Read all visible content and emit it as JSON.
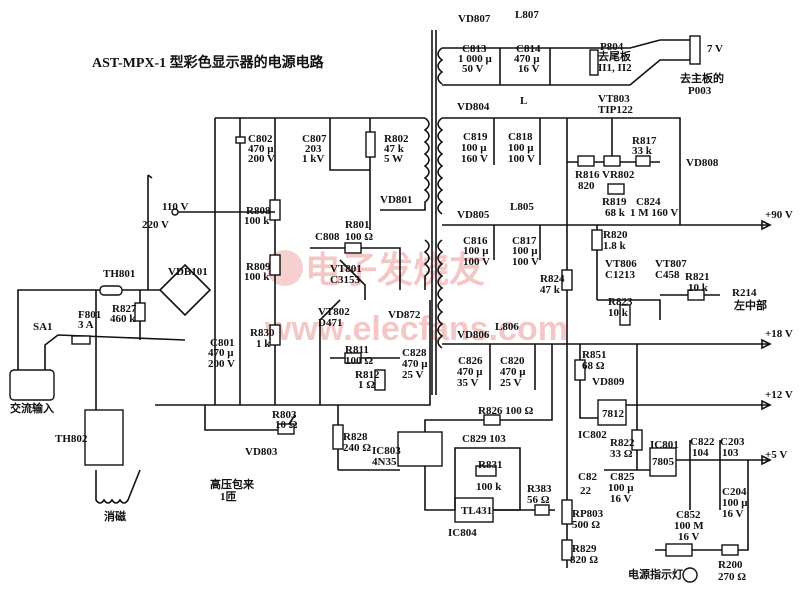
{
  "title": "AST-MPX-1 型彩色显示器的电源电路",
  "watermark": {
    "cn": "电子发烧友",
    "url": "www.elecfans.com"
  },
  "outputs": {
    "v90": "+90 V",
    "v18": "+18 V",
    "v12": "+12 V",
    "v5": "+5 V",
    "v7": "7 V"
  },
  "labels": {
    "vd807": "VD807",
    "l807": "L807",
    "c813a": "C813",
    "c813b": "1 000 μ",
    "c813c": "50 V",
    "c814a": "C814",
    "c814b": "470 μ",
    "c814c": "16 V",
    "p804a": "P804",
    "p804b": "去尾板",
    "p804c": "II1, II2",
    "p003a": "去主板的",
    "p003b": "P003",
    "vd804": "VD804",
    "l": "L",
    "vt803a": "VT803",
    "vt803b": "TIP122",
    "c819a": "C819",
    "c819b": "100 μ",
    "c819c": "160 V",
    "c818a": "C818",
    "c818b": "100 μ",
    "c818c": "100 V",
    "r817a": "R817",
    "r817b": "33 k",
    "vd808": "VD808",
    "r816a": "R816",
    "r816b": "820",
    "vr802": "VR802",
    "r819a": "R819",
    "r819b": "68 k",
    "c824a": "C824",
    "c824b": "1 M  160 V",
    "c802a": "C802",
    "c802b": "470 μ",
    "c802c": "200 V",
    "c807a": "C807",
    "c807b": "203",
    "c807c": "1 kV",
    "r802a": "R802",
    "r802b": "47 k",
    "r802c": "5 W",
    "vd801": "VD801",
    "v110": "110 V",
    "v220": "220 V",
    "r808a": "R808",
    "r808b": "100 k",
    "r809a": "R809",
    "r809b": "100 k",
    "c808": "C808",
    "r801a": "R801",
    "r801b": "100 Ω",
    "vt801a": "VT801",
    "vt801b": "C3153",
    "vd805": "VD805",
    "l805": "L805",
    "c816a": "C816",
    "c816b": "100 μ",
    "c816c": "100 V",
    "c817a": "C817",
    "c817b": "100 μ",
    "c817c": "100 V",
    "r820a": "R820",
    "r820b": "1.8 k",
    "r824a": "R824",
    "r824b": "47 k",
    "vt806a": "VT806",
    "vt806b": "C1213",
    "vt807a": "VT807",
    "vt807b": "C458",
    "r821a": "R821",
    "r821b": "10 k",
    "r214a": "R214",
    "r214b": "左中部",
    "r823a": "R823",
    "r823b": "10 k",
    "th801": "TH801",
    "vdb101": "VDB101",
    "r827a": "R827",
    "r827b": "460 k",
    "sa1": "SA1",
    "f801a": "F801",
    "f801b": "3 A",
    "c801a": "C801",
    "c801b": "470 μ",
    "c801c": "200 V",
    "r830a": "R830",
    "r830b": "1 k",
    "vt802a": "VT802",
    "vt802b": "D471",
    "vd872": "VD872",
    "r811a": "R811",
    "r811b": "100 Ω",
    "r812a": "R812",
    "r812b": "1 Ω",
    "c828a": "C828",
    "c828b": "470 μ",
    "c828c": "25 V",
    "vd806": "VD806",
    "l806": "L806",
    "c826a": "C826",
    "c826b": "470 μ",
    "c826c": "35 V",
    "c820a": "C820",
    "c820b": "470 μ",
    "c820c": "25 V",
    "r851a": "R851",
    "r851b": "68 Ω",
    "vd809": "VD809",
    "ic802": "IC802",
    "u7812": "7812",
    "ac_in": "交流输入",
    "th802": "TH802",
    "degauss": "消磁",
    "r803a": "R803",
    "r803b": "10 Ω",
    "vd803": "VD803",
    "hv1": "高压包来",
    "hv2": "1匝",
    "r828a": "R828",
    "r828b": "240 Ω",
    "ic803a": "IC803",
    "ic803b": "4N35",
    "r826": "R826 100 Ω",
    "c829": "C829  103",
    "r831a": "R831",
    "r831b": "100 k",
    "tl431": "TL431",
    "ic804": "IC804",
    "r383a": "R383",
    "r383b": "56 Ω",
    "rp803a": "RP803",
    "rp803b": "500 Ω",
    "r829a": "R829",
    "r829b": "820 Ω",
    "r822a": "R822",
    "r822b": "33 Ω",
    "c82a": "C82",
    "c82b": "22",
    "c825a": "C825",
    "c825b": "100 μ",
    "c825c": "16 V",
    "ic801": "IC801",
    "u7805": "7805",
    "c822a": "C822",
    "c822b": "104",
    "c203a": "C203",
    "c203b": "103",
    "c852a": "C852",
    "c852b": "100 M",
    "c852c": "16 V",
    "c204a": "C204",
    "c204b": "100 μ",
    "c204c": "16 V",
    "led": "电源指示灯",
    "r200a": "R200",
    "r200b": "270 Ω"
  }
}
